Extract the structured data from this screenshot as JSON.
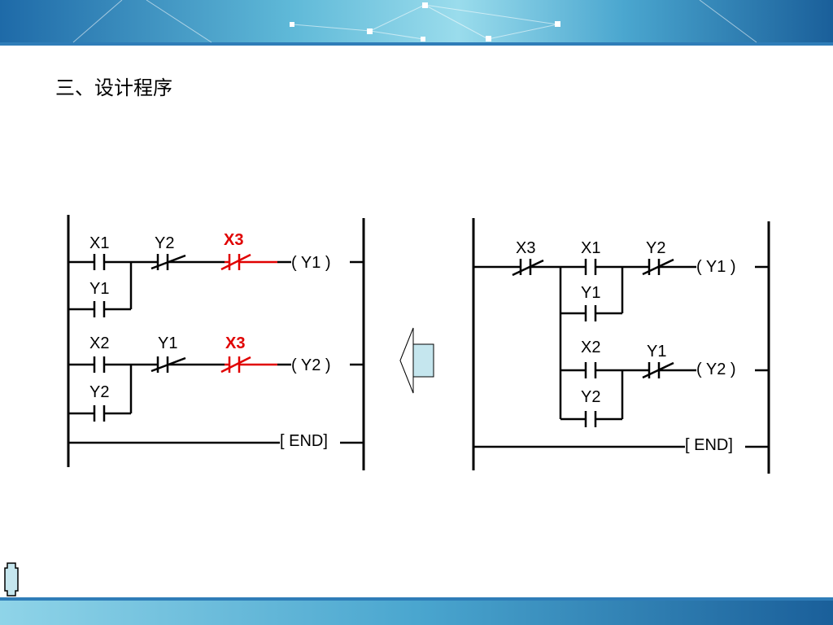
{
  "slide": {
    "title": "三、设计程序"
  },
  "left_diagram": {
    "rung1": {
      "contact1": "X1",
      "contact2": "Y2",
      "contact3": "X3",
      "branch": "Y1",
      "coil": "(  Y1 )"
    },
    "rung2": {
      "contact1": "X2",
      "contact2": "Y1",
      "contact3": "X3",
      "branch": "Y2",
      "coil": "(  Y2 )"
    },
    "end_label": "[ END]"
  },
  "right_diagram": {
    "common_contact": "X3",
    "rung1": {
      "contact1": "X1",
      "contact2": "Y2",
      "branch": "Y1",
      "coil": "(  Y1 )"
    },
    "rung2": {
      "contact1": "X2",
      "contact2": "Y1",
      "branch": "Y2",
      "coil": "(  Y2 )"
    },
    "end_label": "[ END]"
  },
  "colors": {
    "highlight": "#e00000",
    "banner_dark": "#1a5f9a",
    "banner_light": "#8fd4e8",
    "arrow_fill": "#c5e6ee"
  }
}
